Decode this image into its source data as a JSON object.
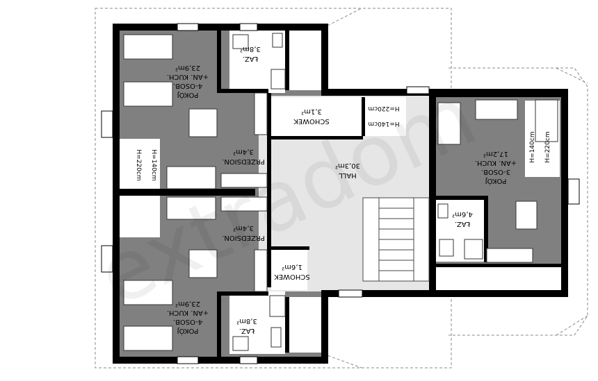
{
  "rooms": {
    "room_top_left": {
      "name": "POKÓJ",
      "line2": "4-OSOB.",
      "line3": "+AN. KUCH.",
      "area": "23,9m²"
    },
    "bath_top": {
      "name": "ŁAZ.",
      "area": "3,8m²"
    },
    "storage_top": {
      "name": "SCHOWEK",
      "area": "3,1m²"
    },
    "hall": {
      "name": "HALL",
      "area": "30,3m²"
    },
    "vestibule_top": {
      "name": "PRZEDSION.",
      "area": "3,4m²"
    },
    "vestibule_bottom": {
      "name": "PRZEDSION.",
      "area": "3,4m²"
    },
    "storage_bottom": {
      "name": "SCHOWEK",
      "area": "1,6m²"
    },
    "room_bottom_left": {
      "name": "POKÓJ",
      "line2": "4-OSOB.",
      "line3": "+AN. KUCH.",
      "area": "23,9m²"
    },
    "bath_bottom": {
      "name": "ŁAZ.",
      "area": "3,8m²"
    },
    "room_right": {
      "name": "POKÓJ",
      "line2": "3-OSOB.",
      "line3": "+AN. KUCH.",
      "area": "17,2m²"
    },
    "bath_right": {
      "name": "ŁAZ.",
      "area": "4,6m²"
    }
  },
  "heights": {
    "hall_h1": "H=140cm",
    "hall_h2": "H=220cm",
    "left_h1": "H=140cm",
    "left_h2": "H=220cm",
    "right_h1": "H=140cm",
    "right_h2": "H=220cm"
  },
  "watermark": "extradom"
}
